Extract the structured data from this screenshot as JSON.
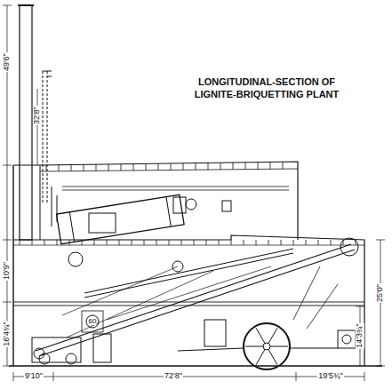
{
  "diagram": {
    "title": "LONGITUDINAL-SECTION OF LIGNITE-BRIQUETTING PLANT",
    "labels": [
      "49'6\"",
      "32'8\"",
      "10'9\"",
      "16'4¾\"",
      "25'0\"",
      "14'3¾\"",
      "9'10\"",
      "72'8\"",
      "19'5¾\"",
      "60"
    ]
  }
}
